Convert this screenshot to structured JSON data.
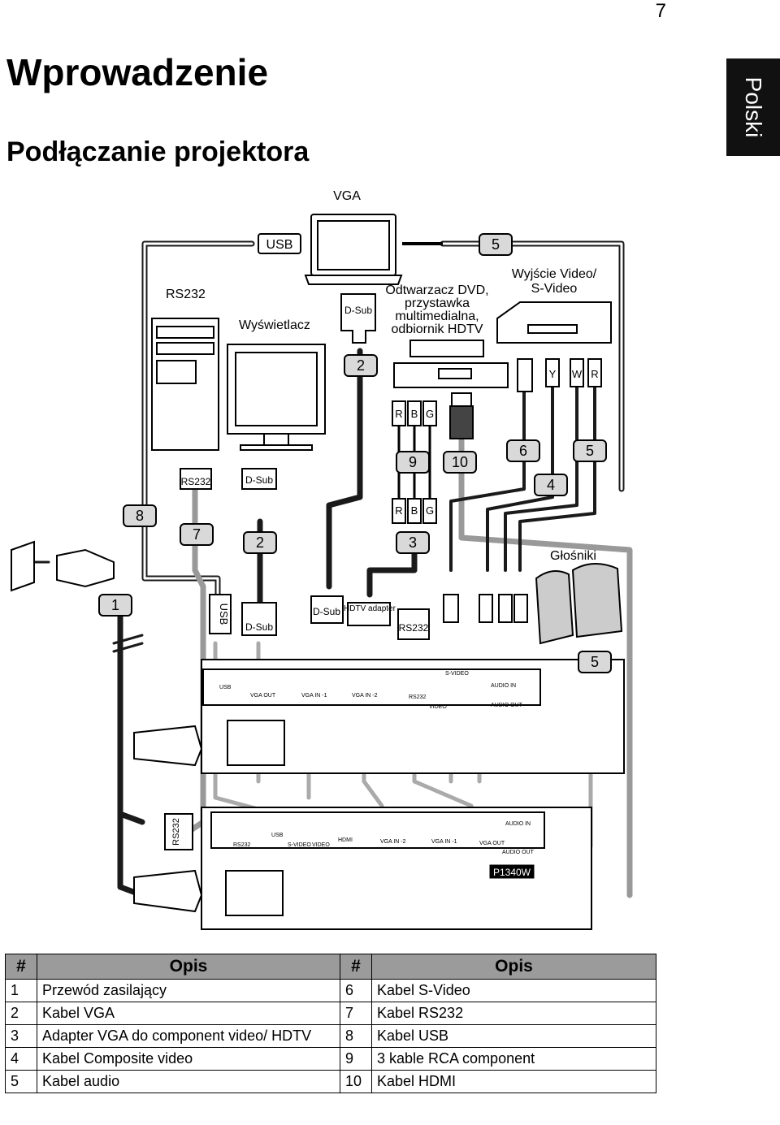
{
  "page": {
    "number": "7",
    "chapter": "Wprowadzenie",
    "section": "Podłączanie projektora",
    "language_tab": "Polski"
  },
  "diagram": {
    "labels": {
      "vga": "VGA",
      "usb_top": "USB",
      "rs232_top": "RS232",
      "display": "Wyświetlacz",
      "dsub_laptop": "D-Sub",
      "dvd": "Odtwarzacz DVD,\nprzystawka\nmultimedialna,\nodbiornik HDTV",
      "video_out": "Wyjście Video/\nS-Video",
      "speakers": "Głośniki",
      "rs232_pc": "RS232",
      "dsub_monitor": "D-Sub",
      "usb_proj": "USB",
      "dsub_proj": "D-Sub",
      "dsub_hdtv": "D-Sub",
      "hdtv_adapter": "HDTV adapter",
      "rs232_proj": "RS232",
      "r": "R",
      "b": "B",
      "g": "G",
      "y": "Y",
      "w": "W",
      "model": "P1340W",
      "rs232_side": "RS232"
    },
    "badges": [
      "5",
      "2",
      "9",
      "10",
      "6",
      "5",
      "4",
      "8",
      "7",
      "2",
      "3",
      "1",
      "5"
    ],
    "panel1": {
      "usb": "USB",
      "vga_out": "VGA OUT",
      "vga_in1": "VGA IN -1",
      "vga_in2": "VGA IN -2",
      "rs232": "RS232",
      "video": "VIDEO",
      "audio_in": "AUDIO IN",
      "audio_out": "AUDIO OUT",
      "svideo": "S-VIDEO"
    },
    "panel2": {
      "rs232": "RS232",
      "usb": "USB",
      "svideo": "S-VIDEO",
      "video": "VIDEO",
      "hdmi": "HDMI",
      "vga_in2": "VGA IN -2",
      "vga_in1": "VGA IN -1",
      "vga_out": "VGA OUT",
      "audio_in": "AUDIO IN",
      "audio_out": "AUDIO OUT"
    }
  },
  "table": {
    "headers": [
      "#",
      "Opis",
      "#",
      "Opis"
    ],
    "rows": [
      {
        "n1": "1",
        "d1": "Przewód zasilający",
        "n2": "6",
        "d2": "Kabel S-Video"
      },
      {
        "n1": "2",
        "d1": "Kabel VGA",
        "n2": "7",
        "d2": "Kabel RS232"
      },
      {
        "n1": "3",
        "d1": "Adapter VGA do component video/ HDTV",
        "n2": "8",
        "d2": "Kabel USB"
      },
      {
        "n1": "4",
        "d1": "Kabel Composite video",
        "n2": "9",
        "d2": "3 kable RCA component"
      },
      {
        "n1": "5",
        "d1": "Kabel audio",
        "n2": "10",
        "d2": "Kabel HDMI"
      }
    ]
  }
}
